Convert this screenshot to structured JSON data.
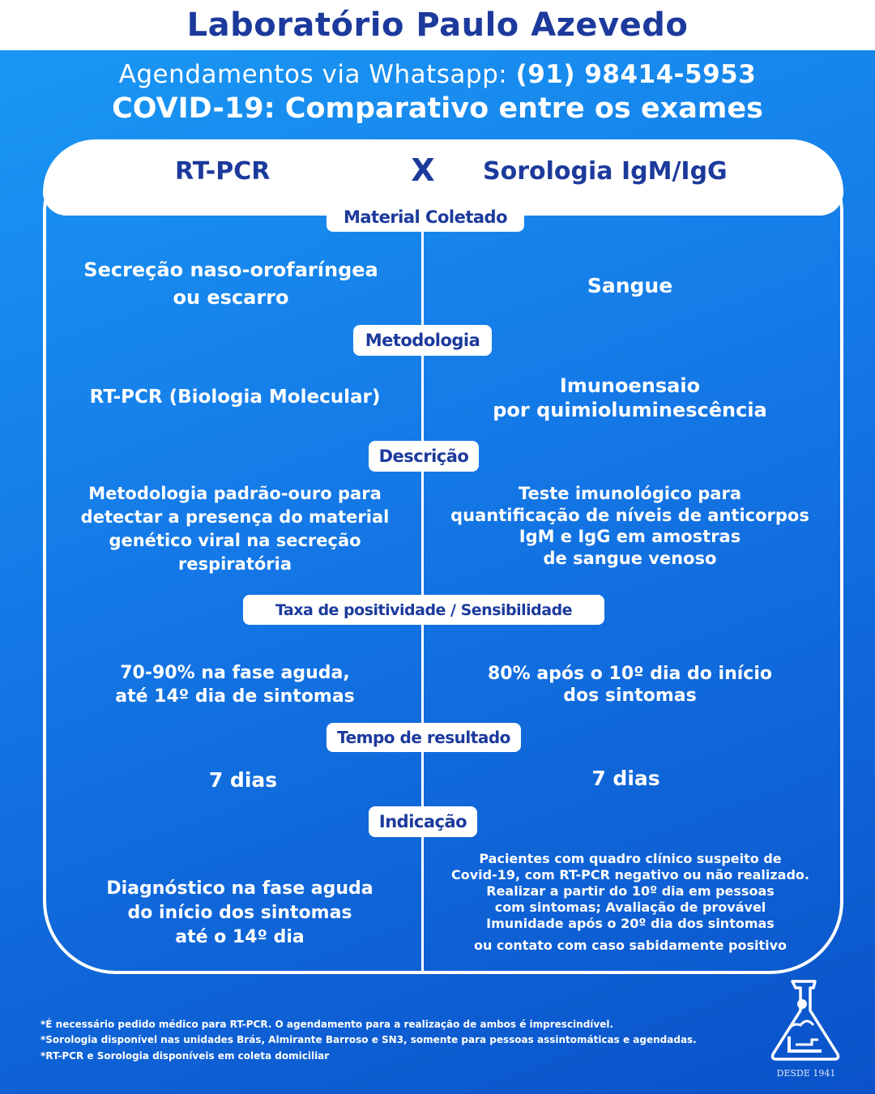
{
  "header": {
    "lab_name": "Laboratório Paulo Azevedo",
    "whatsapp_label": "Agendamentos via Whatsapp:",
    "whatsapp_number": "(91) 98414-5953",
    "headline": "COVID-19: Comparativo entre os exames"
  },
  "columns": {
    "left": "RT-PCR",
    "vs": "X",
    "right": "Sorologia IgM/IgG"
  },
  "sections": {
    "material": {
      "label": "Material Coletado",
      "left": "Secreção naso-orofaríngea\nou escarro",
      "right": "Sangue"
    },
    "metodologia": {
      "label": "Metodologia",
      "left": "RT-PCR (Biologia Molecular)",
      "right": "Imunoensaio\npor quimioluminescência"
    },
    "descricao": {
      "label": "Descrição",
      "left": "Metodologia padrão-ouro para\ndetectar a presença do material\ngenético viral na secreção\nrespiratória",
      "right": "Teste imunológico para\nquantificação de níveis de anticorpos\nIgM e IgG  em amostras\nde sangue venoso"
    },
    "positividade": {
      "label": "Taxa de positividade / Sensibilidade",
      "left": "70-90% na fase aguda,\naté 14º dia de sintomas",
      "right": "80% após o 10º dia do início\ndos sintomas"
    },
    "tempo": {
      "label": "Tempo de resultado",
      "left": "7 dias",
      "right": "7 dias"
    },
    "indicacao": {
      "label": "Indicação",
      "left": "Diagnóstico na fase aguda\ndo início dos sintomas\naté o 14º dia",
      "right": "Pacientes  com quadro clínico suspeito de\nCovid-19, com RT-PCR  negativo ou não realizado.\nRealizar a partir do 10º dia em pessoas\ncom sintomas; Avaliação de provável\nImunidade após o 20º dia dos sintomas",
      "right_extra": "ou contato com caso sabidamente positivo"
    }
  },
  "footnotes": [
    "*É necessário pedido médico para RT-PCR. O agendamento para a realização de ambos é imprescindível.",
    "*Sorologia disponível nas unidades Brás, Almirante Barroso e SN3, somente para pessoas assintomáticas e agendadas.",
    "*RT-PCR e Sorologia disponíveis em coleta domiciliar"
  ],
  "logo": {
    "icon": "flask-logo-icon",
    "since": "DESDE 1941"
  },
  "colors": {
    "brand_blue": "#1c3a9c",
    "bg_light": "#1a9af5",
    "bg_dark": "#0a52c9",
    "white": "#ffffff"
  }
}
